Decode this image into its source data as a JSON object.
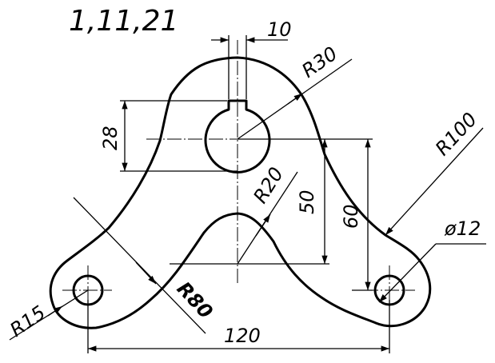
{
  "drawing": {
    "title": "1,11,21",
    "dimensions": {
      "keyway_width": "10",
      "hub_radius": "R30",
      "keyway_depth": "28",
      "bore_to_inner_arc": "50",
      "bore_to_hole_center": "60",
      "inner_arc_radius": "R20",
      "outer_fillet_radius": "R100",
      "hole_diameter": "ø12",
      "lug_radius": "R15",
      "inner_fillet_radius": "R80",
      "hole_spacing": "120"
    }
  }
}
